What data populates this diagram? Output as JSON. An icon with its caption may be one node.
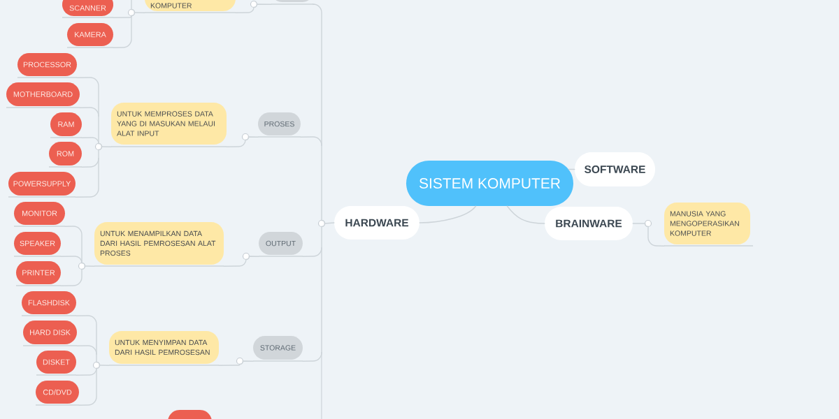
{
  "diagram": {
    "nodes": [
      {
        "text": [
          "SISTEM KOMPUTER"
        ]
      },
      {
        "text": [
          "SOFTWARE"
        ]
      },
      {
        "text": [
          "HARDWARE"
        ]
      },
      {
        "text": [
          "BRAINWARE"
        ]
      },
      {
        "text": [
          "MANUSIA YANG MENGOPERASIKAN KOMPUTER"
        ]
      },
      {
        "text": [],
        "shape": "box"
      },
      {
        "text": [
          "KOMPUTER"
        ]
      },
      {
        "text": [
          "SCANNER"
        ]
      },
      {
        "text": [
          "KAMERA"
        ]
      },
      {
        "text": [
          "PROSES"
        ]
      },
      {
        "text": [
          "UNTUK MEMPROSES DATA YANG DI MASUKAN MELAUI ALAT INPUT"
        ]
      },
      {
        "text": [
          "PROCESSOR"
        ]
      },
      {
        "text": [
          "MOTHERBOARD"
        ]
      },
      {
        "text": [
          "RAM"
        ]
      },
      {
        "text": [
          "ROM"
        ]
      },
      {
        "text": [
          "POWERSUPPLY"
        ]
      },
      {
        "text": [
          "OUTPUT"
        ]
      },
      {
        "text": [
          "UNTUK MENAMPILKAN DATA DARI HASIL PEMROSESAN ALAT PROSES"
        ]
      },
      {
        "text": [
          "MONITOR"
        ]
      },
      {
        "text": [
          "SPEAKER"
        ]
      },
      {
        "text": [
          "PRINTER"
        ]
      },
      {
        "text": [
          "STORAGE"
        ]
      },
      {
        "text": [
          "UNTUK MENYIMPAN DATA DARI HASIL PEMROSESAN"
        ]
      },
      {
        "text": [
          "FLASHDISK"
        ]
      },
      {
        "text": [
          "HARD DISK"
        ]
      },
      {
        "text": [
          "DISKET"
        ]
      },
      {
        "text": [
          "CD/DVD"
        ]
      },
      {
        "text": [],
        "shape": "box"
      }
    ],
    "edges": [
      {
        "from": 0,
        "to": 1,
        "arrow": "none"
      },
      {
        "from": 0,
        "to": 2,
        "arrow": "none"
      },
      {
        "from": 0,
        "to": 3,
        "arrow": "none"
      },
      {
        "from": 3,
        "to": 4,
        "arrow": "none"
      },
      {
        "from": 2,
        "to": 5,
        "arrow": "none"
      },
      {
        "from": 5,
        "to": 6,
        "arrow": "none"
      },
      {
        "from": 6,
        "to": 7,
        "arrow": "none"
      },
      {
        "from": 6,
        "to": 8,
        "arrow": "none"
      },
      {
        "from": 6,
        "to": null,
        "arrow": "none"
      },
      {
        "from": 2,
        "to": 9,
        "arrow": "none"
      },
      {
        "from": 9,
        "to": 10,
        "arrow": "none"
      },
      {
        "from": 10,
        "to": 11,
        "arrow": "none"
      },
      {
        "from": 10,
        "to": 12,
        "arrow": "none"
      },
      {
        "from": 10,
        "to": 13,
        "arrow": "none"
      },
      {
        "from": 10,
        "to": 14,
        "arrow": "none"
      },
      {
        "from": 10,
        "to": 15,
        "arrow": "none"
      },
      {
        "from": 2,
        "to": 16,
        "arrow": "none"
      },
      {
        "from": 16,
        "to": 17,
        "arrow": "none"
      },
      {
        "from": 17,
        "to": 18,
        "arrow": "none"
      },
      {
        "from": 17,
        "to": 19,
        "arrow": "none"
      },
      {
        "from": 17,
        "to": 20,
        "arrow": "none"
      },
      {
        "from": 2,
        "to": 21,
        "arrow": "none"
      },
      {
        "from": 21,
        "to": 22,
        "arrow": "none"
      },
      {
        "from": 22,
        "to": 23,
        "arrow": "none"
      },
      {
        "from": 22,
        "to": 24,
        "arrow": "none"
      },
      {
        "from": 22,
        "to": 25,
        "arrow": "none"
      },
      {
        "from": 22,
        "to": 26,
        "arrow": "none"
      },
      {
        "from": 2,
        "to": null,
        "arrow": "none"
      }
    ]
  }
}
